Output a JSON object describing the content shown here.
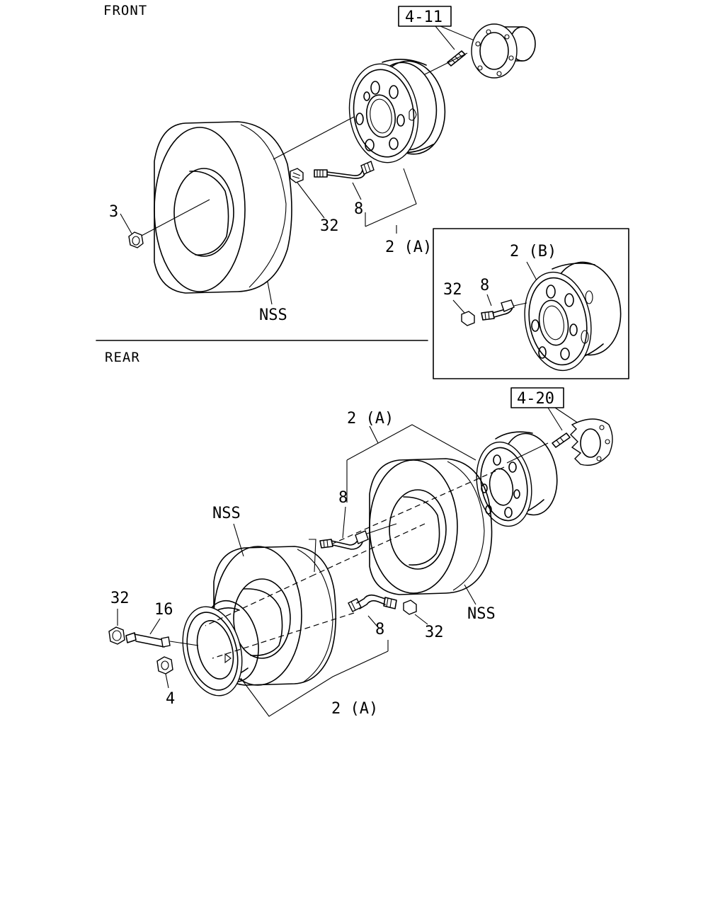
{
  "sections": {
    "front": "FRONT",
    "rear": "REAR"
  },
  "references": {
    "front_hub": "4-11",
    "rear_hub": "4-20"
  },
  "front_labels": {
    "nut_3": "3",
    "valve_cap_32": "32",
    "valve_8": "8",
    "wheel_2a": "2 (A)",
    "tire_nss": "NSS"
  },
  "inset_labels": {
    "wheel_2b": "2 (B)",
    "valve_cap_32": "32",
    "valve_8": "8"
  },
  "rear_labels": {
    "wheel_2a_top": "2 (A)",
    "valve_8_top": "8",
    "tire_nss_left": "NSS",
    "tire_nss_right": "NSS",
    "cap_32_left": "32",
    "bolt_16": "16",
    "valve_8_bottom": "8",
    "cap_32_right": "32",
    "nut_4": "4",
    "wheel_2a_bottom": "2 (A)"
  }
}
